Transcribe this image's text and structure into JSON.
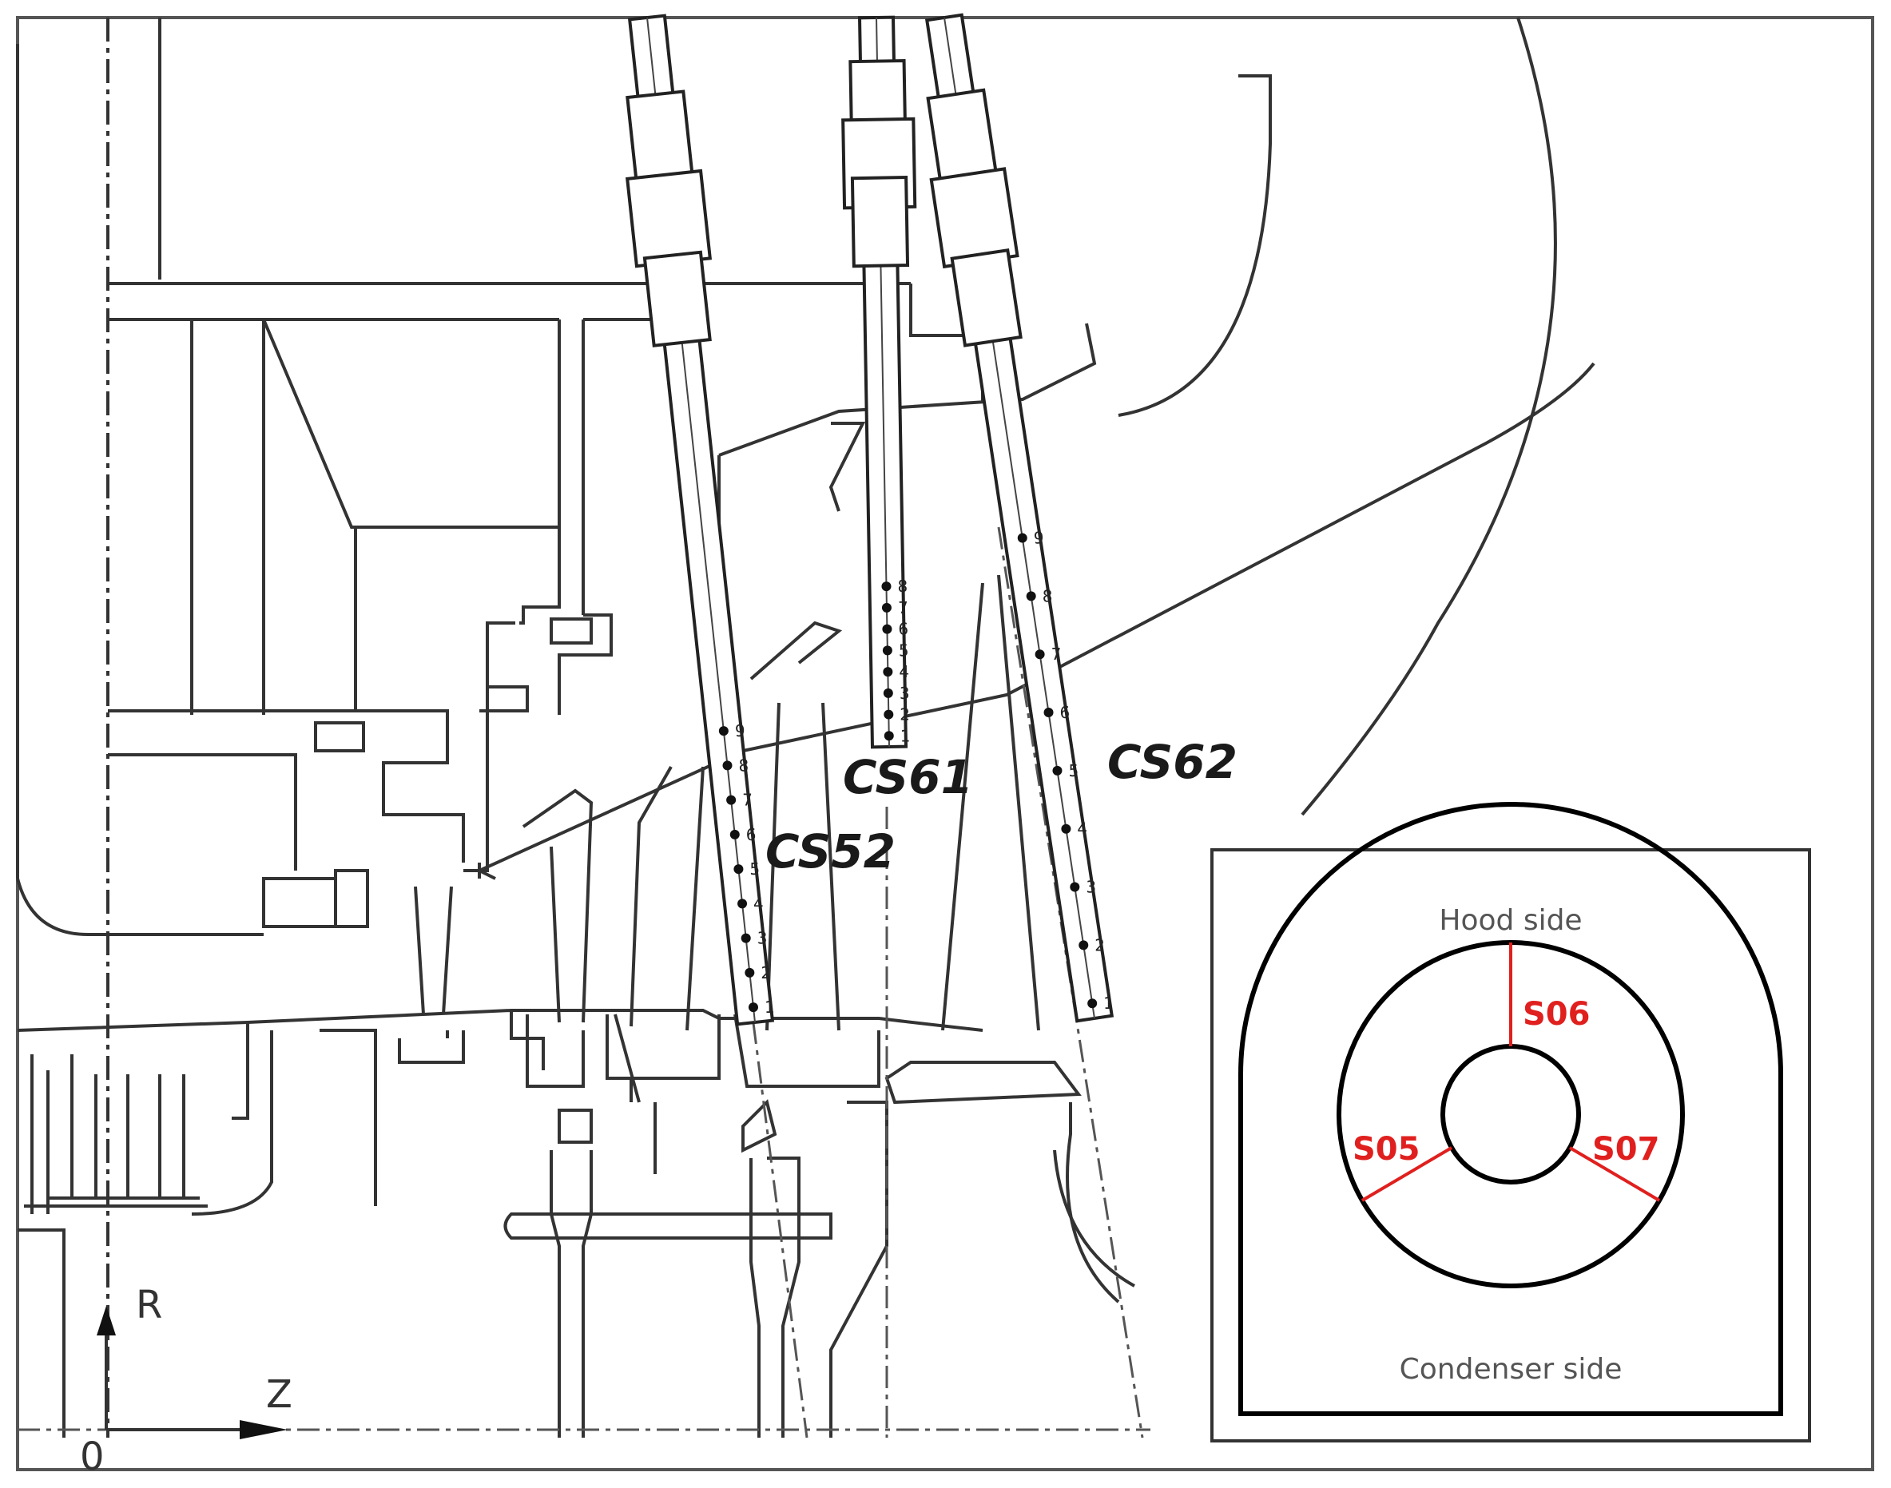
{
  "probes": [
    {
      "id": "CS52",
      "label": "CS52",
      "points": [
        "1",
        "2",
        "3",
        "4",
        "5",
        "6",
        "7",
        "8",
        "9"
      ]
    },
    {
      "id": "CS61",
      "label": "CS61",
      "points": [
        "1",
        "2",
        "3",
        "4",
        "5",
        "6",
        "7",
        "8"
      ]
    },
    {
      "id": "CS62",
      "label": "CS62",
      "points": [
        "1",
        "2",
        "3",
        "4",
        "5",
        "6",
        "7",
        "8",
        "9"
      ]
    }
  ],
  "axes": {
    "r_label": "R",
    "z_label": "Z",
    "origin_label": "0"
  },
  "inset": {
    "top_label": "Hood side",
    "bottom_label": "Condenser side",
    "sensors": [
      {
        "id": "S05",
        "label": "S05"
      },
      {
        "id": "S06",
        "label": "S06"
      },
      {
        "id": "S07",
        "label": "S07"
      }
    ],
    "sensor_color": "#e0201e"
  }
}
